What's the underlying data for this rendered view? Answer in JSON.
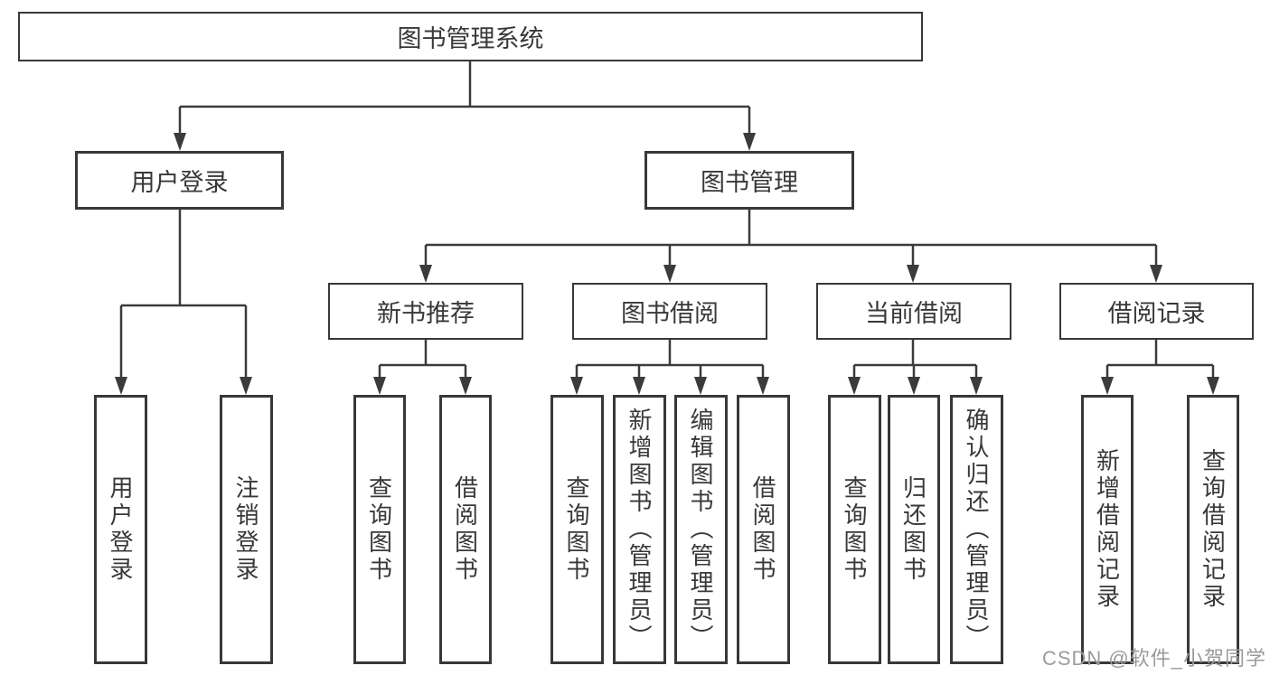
{
  "boxes": {
    "root": "图书管理系统",
    "user_login": "用户登录",
    "book_mgmt": "图书管理",
    "new_book_rec": "新书推荐",
    "book_borrow": "图书借阅",
    "current_borrow": "当前借阅",
    "borrow_records": "借阅记录",
    "leaf_user_login": "用户登录",
    "leaf_logout": "注销登录",
    "leaf_nb_query": "查询图书",
    "leaf_nb_borrow": "借阅图书",
    "leaf_bb_query": "查询图书",
    "leaf_bb_add": "新增图书（管理员）",
    "leaf_bb_edit": "编辑图书（管理员）",
    "leaf_bb_borrow": "借阅图书",
    "leaf_cb_query": "查询图书",
    "leaf_cb_return": "归还图书",
    "leaf_cb_confirm": "确认归还（管理员）",
    "leaf_br_add": "新增借阅记录",
    "leaf_br_query": "查询借阅记录"
  },
  "watermark": "CSDN @软件_小贺同学",
  "colors": {
    "line": "#3b3b3b",
    "text": "#383838",
    "box_background": "#ffffff",
    "watermark": "#9b9b9b"
  }
}
